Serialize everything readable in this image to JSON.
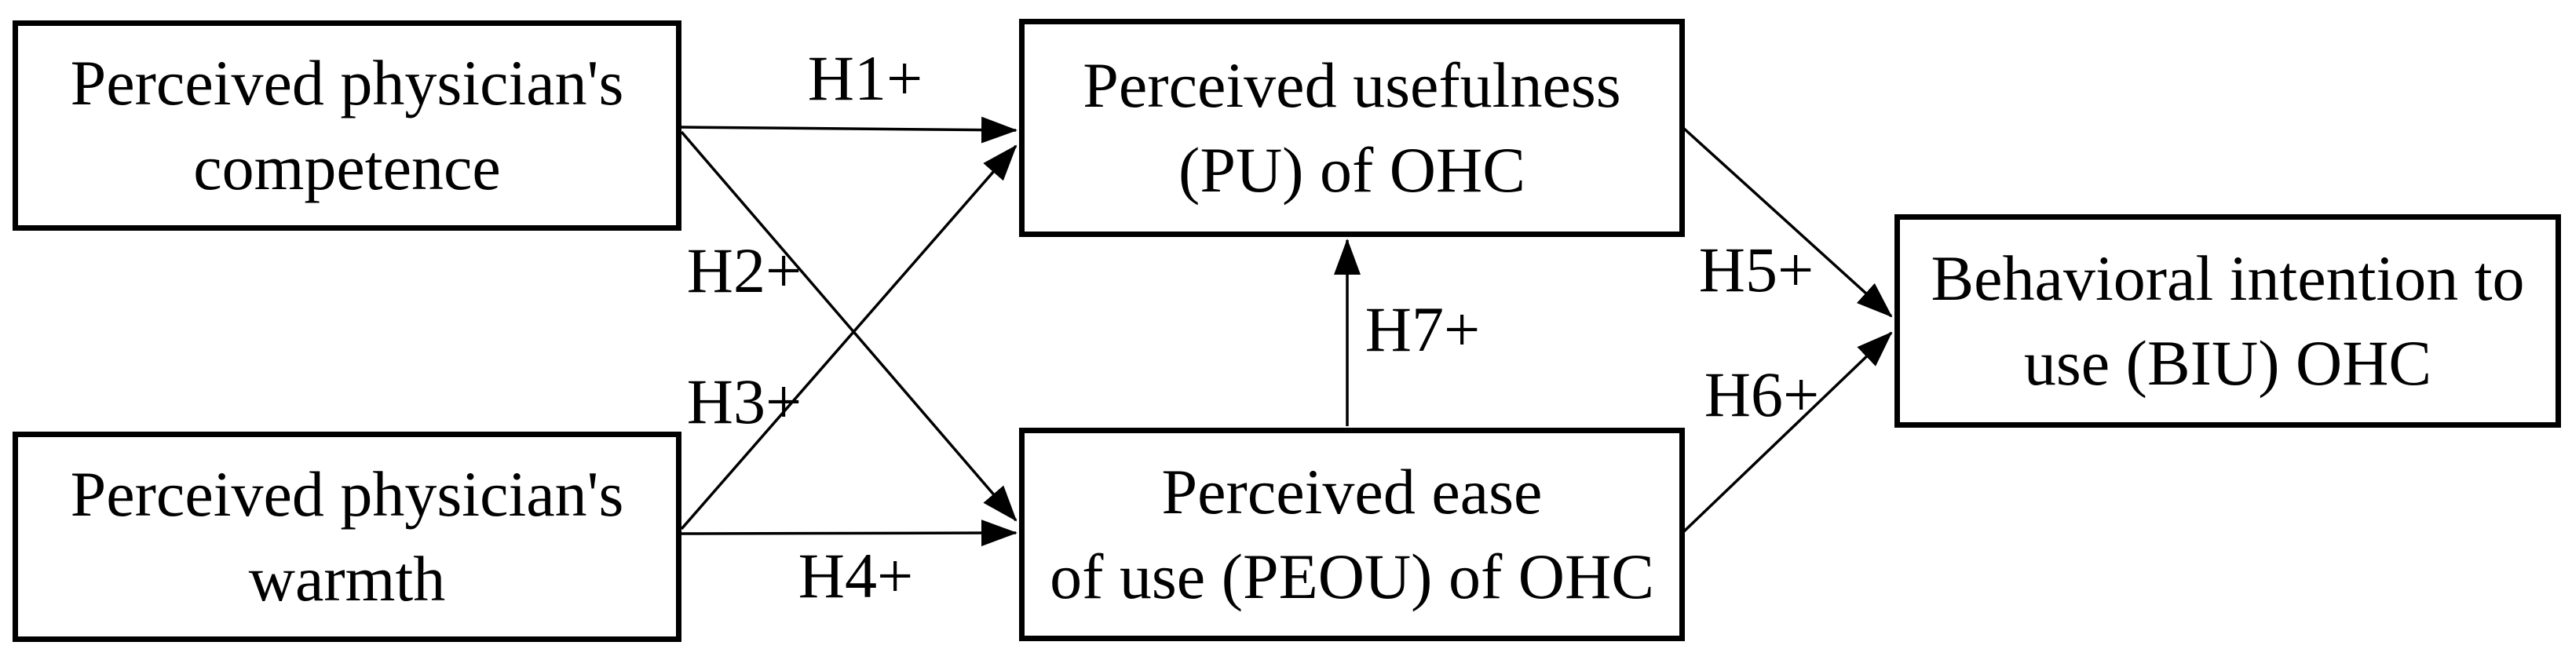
{
  "figure": {
    "type": "research-model-diagram",
    "colors": {
      "background": "#ffffff",
      "line": "#000000",
      "text": "#000000"
    },
    "boxes": [
      {
        "id": "competence",
        "label": "Perceived physician's\ncompetence"
      },
      {
        "id": "warmth",
        "label": "Perceived physician's\nwarmth"
      },
      {
        "id": "pu",
        "label": "Perceived usefulness\n(PU) of OHC"
      },
      {
        "id": "peou",
        "label": "Perceived ease\nof use (PEOU) of OHC"
      },
      {
        "id": "biu",
        "label": "Behavioral intention to\nuse (BIU) OHC"
      }
    ],
    "hypotheses": [
      {
        "id": "H1",
        "label": "H1+",
        "from": "competence",
        "to": "pu"
      },
      {
        "id": "H2",
        "label": "H2+",
        "from": "competence",
        "to": "peou"
      },
      {
        "id": "H3",
        "label": "H3+",
        "from": "warmth",
        "to": "pu"
      },
      {
        "id": "H4",
        "label": "H4+",
        "from": "warmth",
        "to": "peou"
      },
      {
        "id": "H5",
        "label": "H5+",
        "from": "pu",
        "to": "biu"
      },
      {
        "id": "H6",
        "label": "H6+",
        "from": "peou",
        "to": "biu"
      },
      {
        "id": "H7",
        "label": "H7+",
        "from": "peou",
        "to": "pu"
      }
    ]
  }
}
